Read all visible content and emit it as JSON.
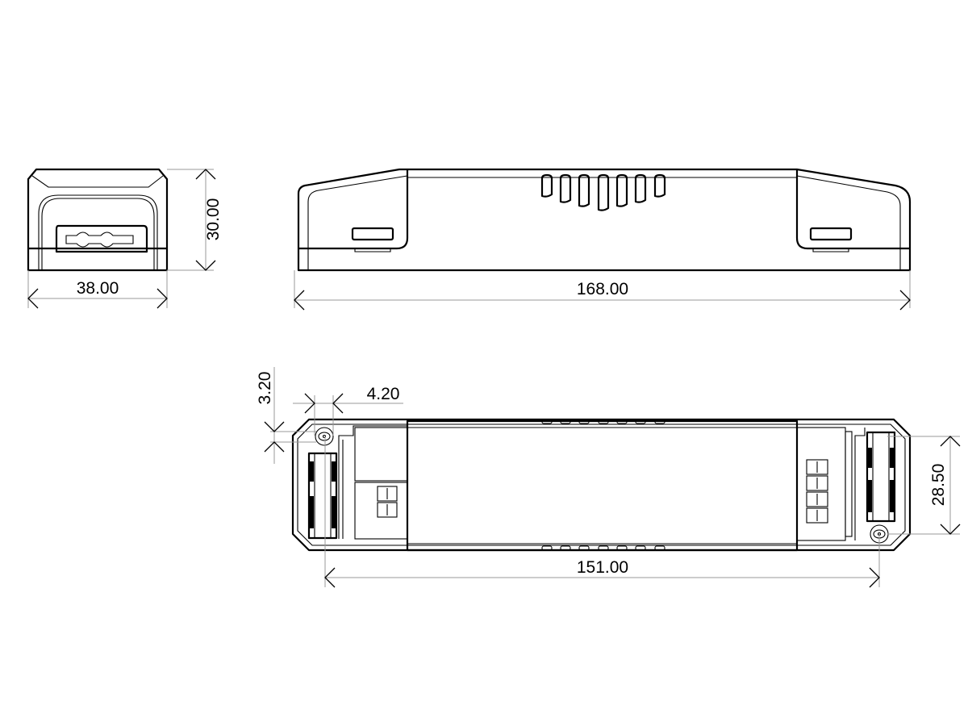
{
  "views": {
    "end_view": {
      "width_label": "38.00",
      "height_label": "30.00"
    },
    "side_view": {
      "length_label": "168.00"
    },
    "bottom_view": {
      "mounting_pitch_label": "151.00",
      "hole_spacing_label": "28.50",
      "hole_offset_y_label": "3.20",
      "hole_diameter_label": "4.20"
    }
  },
  "colors": {
    "outline": "#000000",
    "dimension_line": "#999999"
  }
}
